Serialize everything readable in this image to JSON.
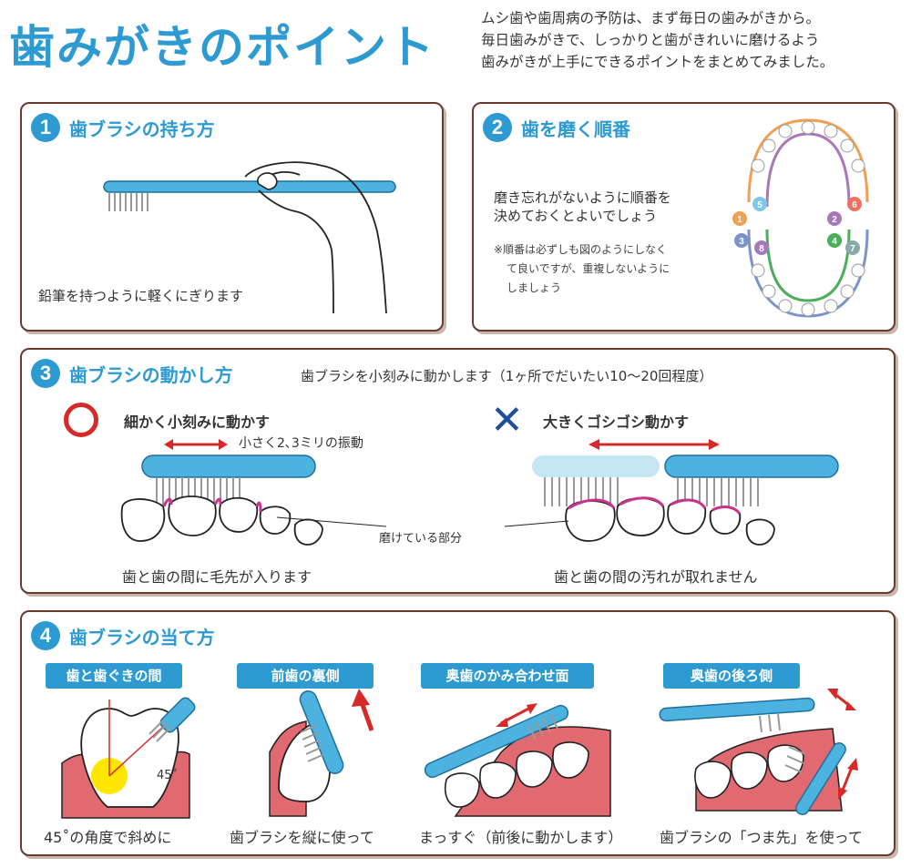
{
  "title": "歯みがきのポイント",
  "intro": [
    "ムシ歯や歯周病の予防は、まず毎日の歯みがきから。",
    "毎日歯みがきで、しっかりと歯がきれいに磨けるよう",
    "歯みがきが上手にできるポイントをまとめてみました。"
  ],
  "sections": {
    "s1": {
      "num": "1",
      "title": "歯ブラシの持ち方",
      "caption": "鉛筆を持つように軽くにぎります"
    },
    "s2": {
      "num": "2",
      "title": "歯を磨く順番",
      "text1": "磨き忘れがないように順番を",
      "text2": "決めておくとよいでしょう",
      "note1": "※順番は必ずしも図のようにしなく",
      "note2": "て良いですが、重複しないように",
      "note3": "しましょう",
      "order": [
        "1",
        "2",
        "3",
        "4",
        "5",
        "6",
        "7",
        "8"
      ]
    },
    "s3": {
      "num": "3",
      "title": "歯ブラシの動かし方",
      "subtitle": "歯ブラシを小刻みに動かします（1ヶ所でだいたい10〜20回程度）",
      "good_title": "細かく小刻みに動かす",
      "good_sub": "小さく2､3ミリの振動",
      "good_caption": "歯と歯の間に毛先が入ります",
      "bad_title": "大きくゴシゴシ動かす",
      "bad_caption": "歯と歯の間の汚れが取れません",
      "pointer_label": "磨けている部分",
      "good_mark": "○",
      "bad_mark": "✕"
    },
    "s4": {
      "num": "4",
      "title": "歯ブラシの当て方",
      "items": [
        {
          "tag": "歯と歯ぐきの間",
          "caption": "45˚の角度で斜めに",
          "angle": "45˚"
        },
        {
          "tag": "前歯の裏側",
          "caption": "歯ブラシを縦に使って"
        },
        {
          "tag": "奥歯のかみ合わせ面",
          "caption": "まっすぐ（前後に動かします）"
        },
        {
          "tag": "奥歯の後ろ側",
          "caption": "歯ブラシの「つま先」を使って"
        }
      ]
    }
  },
  "colors": {
    "brand": "#2d9ad1",
    "border": "#6b3a2e",
    "gum": "#e06a70",
    "red": "#d62a2a",
    "cross": "#1d4f9a"
  }
}
